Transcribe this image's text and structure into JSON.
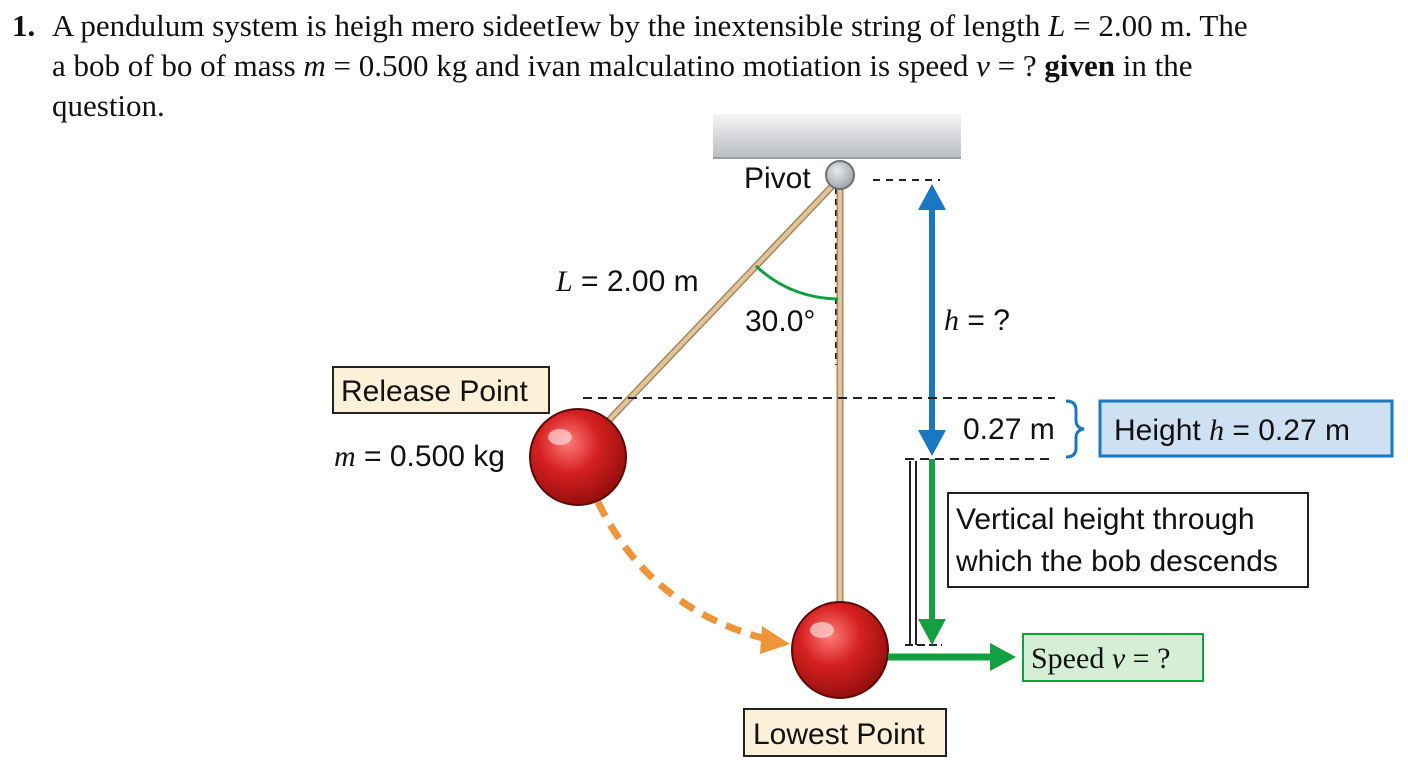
{
  "question": {
    "number": "1.",
    "line1": "A pendulum system is heigh mero sideetІew by the inextensible string of length",
    "line1_L": "L",
    "line1_eq": " = 2.00 m. The",
    "line2_a": "a bob of bo of mass",
    "line2_m": "m",
    "line2_b": " = 0.500 kg and ivan malculatino motiation is speed",
    "line2_v": "v",
    "line2_c": " = ?",
    "line2_given": "given",
    "line2_d": " in the",
    "line3": "question."
  },
  "diagram": {
    "pivot_label": "Pivot",
    "length_var": "L",
    "length_val": " = 2.00 m",
    "angle_label": "30.0°",
    "h_var": "h",
    "h_val": " = ?",
    "release_label": "Release Point",
    "mass_var": "m",
    "mass_val": " = 0.500 kg",
    "drop_label": "0.27 m",
    "height_box_text": "Height ",
    "height_box_var": "h",
    "height_box_val": " = 0.27 m",
    "vertical_line1": "Vertical height through",
    "vertical_line2": "which the bob descends",
    "speed_text": "Speed ",
    "speed_var": "v",
    "speed_val": " = ?",
    "lowest_label": "Lowest Point"
  },
  "colors": {
    "string": "#d9b98c",
    "bob": "#c21818",
    "blue_arrow": "#1a78c2",
    "green_arrow": "#13a040",
    "orange_path": "#f0943a",
    "label_box": "#fdf0d8",
    "height_box": "#cfe0f3",
    "speed_box": "#d5eed6"
  }
}
